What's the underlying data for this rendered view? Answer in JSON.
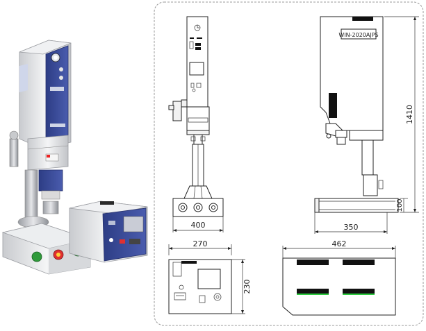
{
  "model_label": "WIN-2020AJPS",
  "dimensions": {
    "front_width": "400",
    "side_height": "1410",
    "side_base_height": "100",
    "side_depth": "350",
    "top_width_left": "270",
    "top_height_left": "230",
    "top_width_right": "462"
  },
  "colors": {
    "machine_body": "#e8e9eb",
    "control_panel": "#3d4f9c",
    "button_red": "#e03030",
    "button_green": "#2f9a3a",
    "drawing_border": "#999999",
    "slot_green": "#2ecc40"
  }
}
